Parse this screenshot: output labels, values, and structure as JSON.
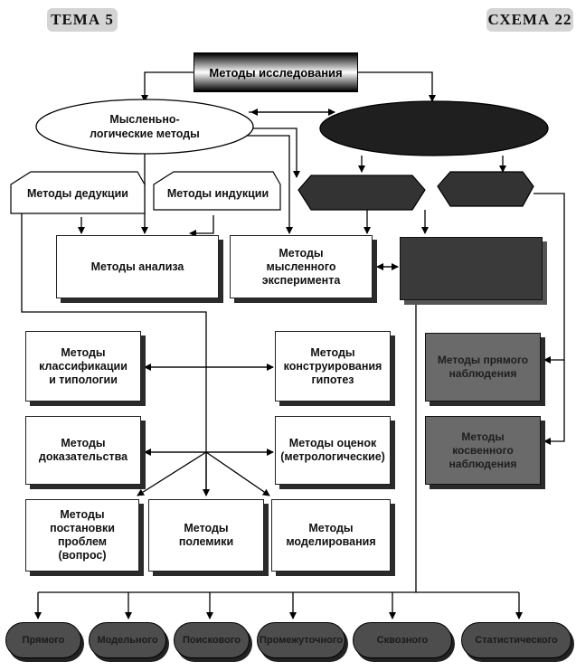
{
  "header": {
    "left": "ТЕМА 5",
    "right": "СХЕМА 22"
  },
  "top": "Методы исследования",
  "ellipse_left": "Мысленьно-\nлогические методы",
  "ellipse_right": "",
  "hex_deduction": "Методы дедукции",
  "hex_induction": "Методы индукции",
  "hex_dark_left": "",
  "hex_dark_right": "",
  "box_analysis": "Методы анализа",
  "box_experiment": "Методы\nмысленного\nэксперимента",
  "box_dark_right": "",
  "box_classification": "Методы\nклассификации\nи типологии",
  "box_hypotheses": "Методы\nконструирования\nгипотез",
  "box_proof": "Методы\nдоказательства",
  "box_estimates": "Методы оценок\n(метрологические)",
  "box_problems": "Методы\nпостановки\nпроблем\n(вопрос)",
  "box_polemics": "Методы\nполемики",
  "box_modeling": "Методы\nмоделирования",
  "box_direct": "Методы прямого\nнаблюдения",
  "box_indirect": "Методы\nкосвенного\nнаблюдения",
  "pills": [
    "Прямого",
    "Модельного",
    "Поискового",
    "Промежуточного",
    "Сквозного",
    "Статистического"
  ]
}
